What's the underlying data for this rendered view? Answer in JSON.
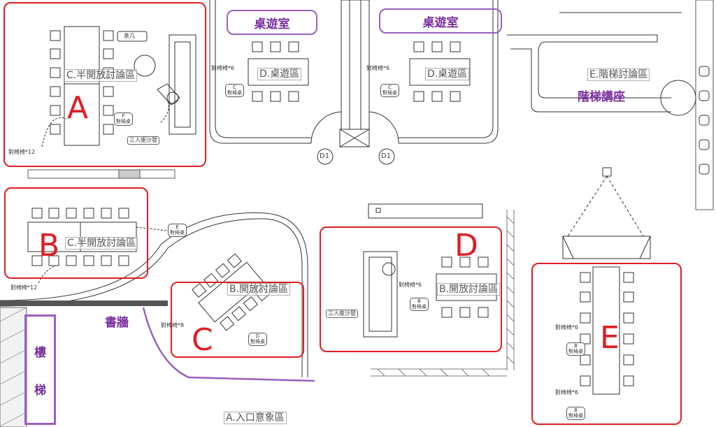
{
  "zones": {
    "a_name": "C.半開放討論區",
    "b_name": "C.半開放討論區",
    "c_name": "B.開放討論區",
    "d_name": "B.開放討論區",
    "e_name": "E.階梯討論區",
    "boardgame1_name": "D.桌遊區",
    "boardgame2_name": "D.桌遊區",
    "entrance_name": "A.入口意象區"
  },
  "letters": {
    "a": "A",
    "b": "B",
    "c": "C",
    "d": "D",
    "e": "E"
  },
  "highlights": {
    "boardgame_left": "桌遊室",
    "boardgame_right": "桌遊室",
    "lecture": "階梯講座",
    "bookwall": "書牆",
    "stairs_1": "樓",
    "stairs_2": "梯"
  },
  "small_labels": {
    "chairs_12_a": "對椅椅*12",
    "chairs_12_b": "對椅椅*12",
    "chairs_6_bg1": "對椅椅*6",
    "chairs_6_bg2": "對椅椅*6",
    "chairs_6_d": "對椅椅*6",
    "chairs_8_c": "對椅椅*8",
    "chairs_6_e1": "對椅椅*6",
    "chairs_6_e2": "對椅椅*6",
    "tea_table": "茶几",
    "sofa_a": "三人座沙發",
    "sofa_d": "三人座沙發"
  },
  "tags": {
    "f_letter": "F",
    "f_text": "對椅桌",
    "c_letter": "C",
    "c_text": "對椅桌",
    "e_letter": "E",
    "e_text": "對椅桌",
    "d_letter": "D",
    "d_text": "對椅桌",
    "b_letter": "B",
    "b_text": "對椅桌"
  },
  "doors": {
    "d1_left": "D1",
    "d1_right": "D1"
  },
  "colors": {
    "red": "#e01e24",
    "purple": "#9b5fc0",
    "line": "#333333"
  }
}
